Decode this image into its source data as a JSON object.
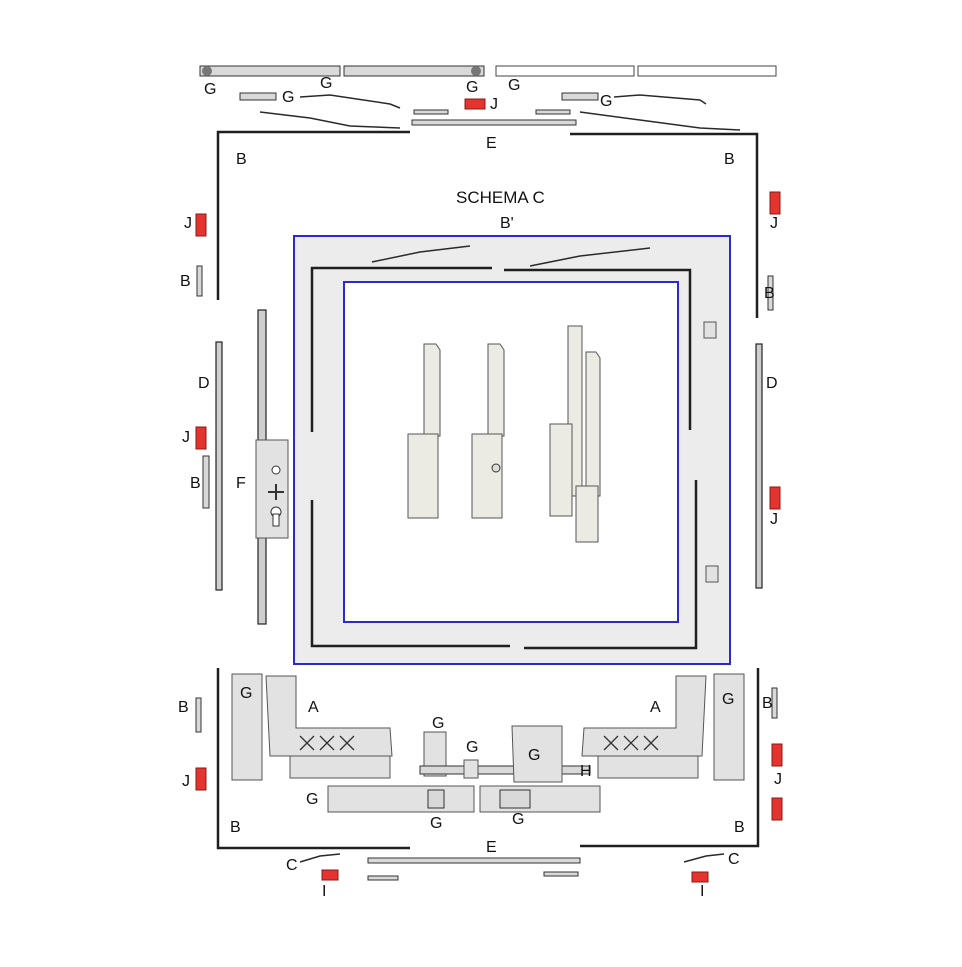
{
  "diagram": {
    "title": "SCHEMA C",
    "subtitle": "B'",
    "labels": {
      "G": "G",
      "J": "J",
      "E": "E",
      "B": "B",
      "D": "D",
      "F": "F",
      "A": "A",
      "H": "H",
      "C": "C",
      "I": "I"
    }
  },
  "colors": {
    "frame_blue": "#2a2ad0",
    "panel_fill": "#ececec",
    "plug_red": "#e3342f",
    "metal_grey": "#d6d6d6",
    "handle_cream": "#ebebe3"
  }
}
